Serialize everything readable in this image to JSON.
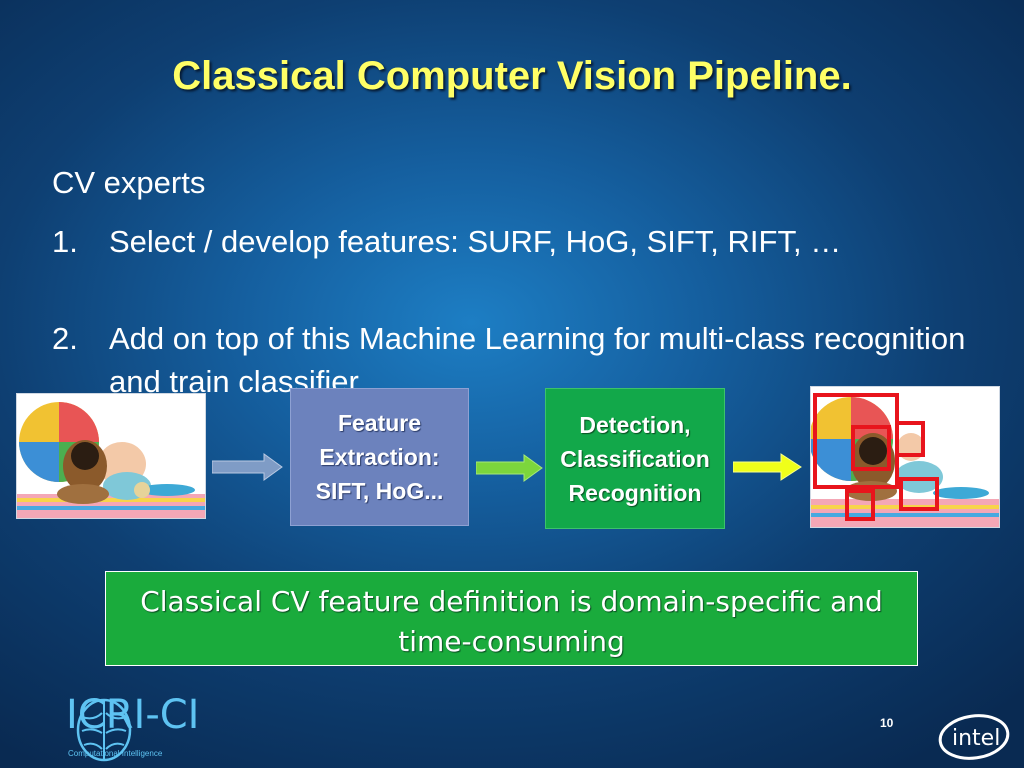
{
  "slide": {
    "title": "Classical Computer Vision Pipeline.",
    "heading": "CV experts",
    "items": [
      {
        "number": "1.",
        "text": "Select / develop features:  SURF, HoG, SIFT, RIFT, …"
      },
      {
        "number": "2.",
        "text": "Add on top of this Machine Learning for multi-class recognition and train classifier"
      }
    ]
  },
  "pipeline": {
    "feature_box": {
      "line1": "Feature",
      "line2": "Extraction:",
      "line3": "SIFT, HoG..."
    },
    "detection_box": {
      "line1": "Detection,",
      "line2": "Classification",
      "line3": "Recognition"
    }
  },
  "note": {
    "text": "Classical CV feature definition is domain-specific and time-consuming"
  },
  "footer": {
    "brand": "ICRI-CI",
    "brand_sub": "Computational Intelligence",
    "page_number": "10",
    "intel_logo": "intel"
  },
  "colors": {
    "title": "#ffff66",
    "feature_box": "#6c82bd",
    "detection_box": "#12a84a",
    "note_box": "#1aab3c",
    "detection_frame": "#e8141c",
    "arrow1": "#7f9cc6",
    "arrow2": "#7cd63c",
    "arrow3": "#f0ff1a"
  }
}
